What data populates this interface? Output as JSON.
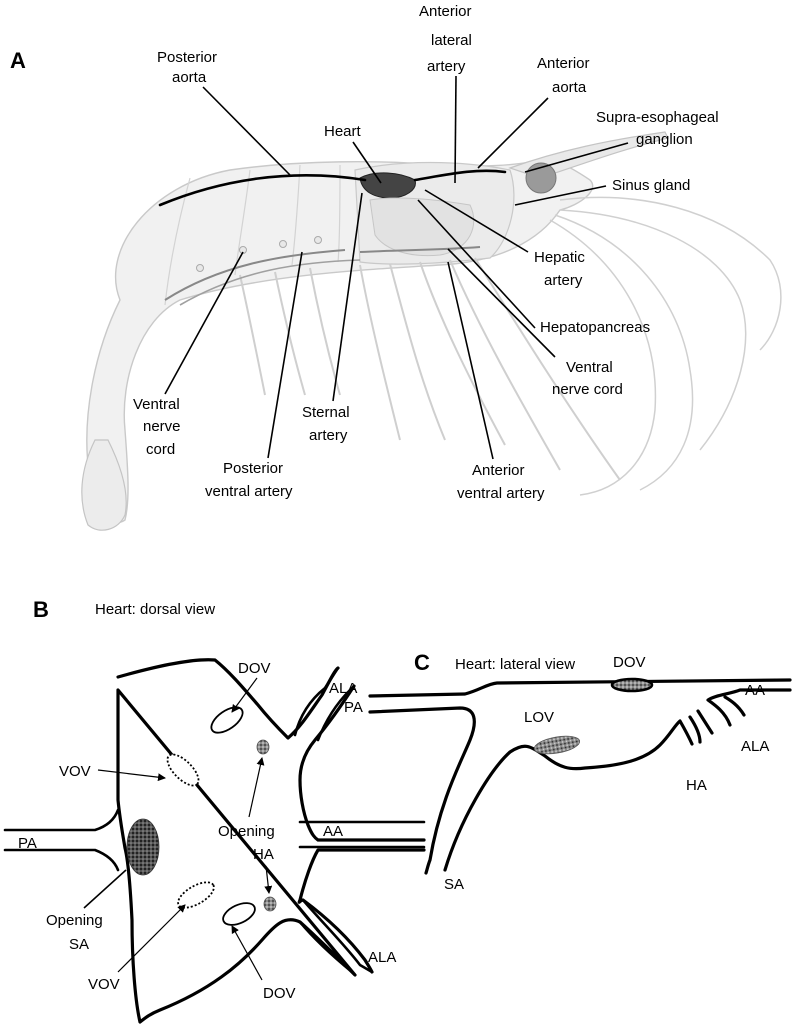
{
  "panel_a": {
    "letter": "A",
    "labels": {
      "posterior_aorta": [
        "Posterior",
        "aorta"
      ],
      "anterior_lateral_artery": [
        "Anterior",
        "lateral",
        "artery"
      ],
      "anterior_aorta": [
        "Anterior",
        "aorta"
      ],
      "heart": "Heart",
      "supra_esophageal_ganglion": [
        "Supra-esophageal",
        "ganglion"
      ],
      "sinus_gland": "Sinus gland",
      "hepatic_artery": [
        "Hepatic",
        "artery"
      ],
      "hepatopancreas": "Hepatopancreas",
      "ventral_nerve_cord_right": [
        "Ventral",
        "nerve cord"
      ],
      "ventral_nerve_cord_left": [
        "Ventral",
        "nerve",
        "cord"
      ],
      "sternal_artery": [
        "Sternal",
        "artery"
      ],
      "posterior_ventral_artery": [
        "Posterior",
        "ventral artery"
      ],
      "anterior_ventral_artery": [
        "Anterior",
        "ventral artery"
      ]
    }
  },
  "panel_b": {
    "letter": "B",
    "title": "Heart: dorsal view",
    "labels": {
      "dov_top": "DOV",
      "ala_top": "ALA",
      "vov_top": "VOV",
      "pa": "PA",
      "opening_ha": [
        "Opening",
        "HA"
      ],
      "aa": "AA",
      "opening_sa": [
        "Opening",
        "SA"
      ],
      "vov_bottom": "VOV",
      "dov_bottom": "DOV",
      "ala_bottom": "ALA"
    }
  },
  "panel_c": {
    "letter": "C",
    "title": "Heart: lateral view",
    "labels": {
      "dov": "DOV",
      "aa": "AA",
      "pa": "PA",
      "lov": "LOV",
      "ala": "ALA",
      "ha": "HA",
      "sa": "SA"
    }
  }
}
